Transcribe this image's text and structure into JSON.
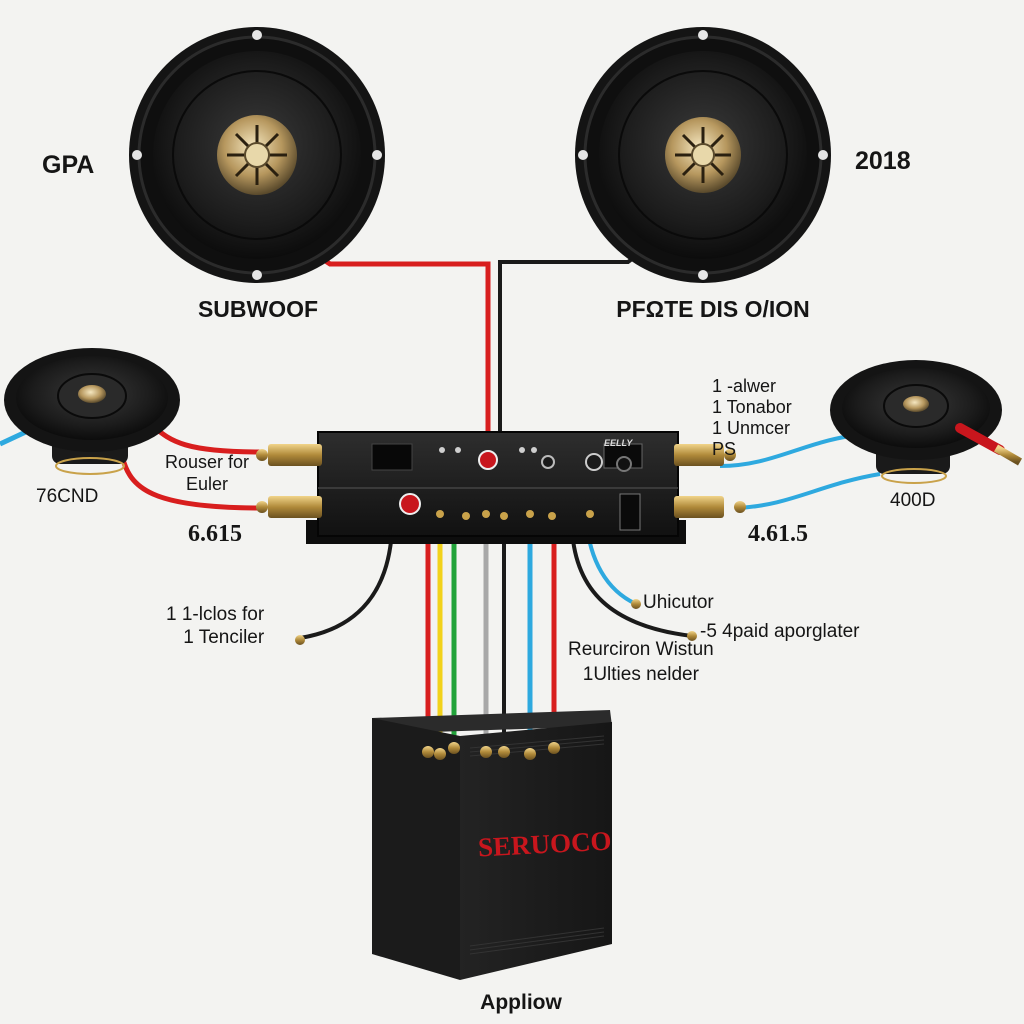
{
  "labels": {
    "top_left": "GPA",
    "top_right": "2018",
    "sub_left": "SUBWOOF",
    "sub_right": "PFΩTE DIS O/ION",
    "left_mid": "Rouser for\nEuler",
    "left_small_speaker": "76CND",
    "left_value": "6.615",
    "right_block": "1 -alwer\n1 Tonabor\n1 Unmcer\nPS",
    "right_small_speaker": "400D",
    "right_value": "4.61.5",
    "left_lower": "1 1-lclos for\n1 Tenciler",
    "right_wire_a": "Uhicutor",
    "right_wire_b": "-5 4paid aporglater",
    "center_lower": "Reurciron Wistun\n1Ulties nelder",
    "amp_panel": "EELLY",
    "box_brand": "SERUOCO",
    "bottom": "Appliow"
  },
  "colors": {
    "wire_red": "#d81e1e",
    "wire_black": "#1a1a1a",
    "wire_blue": "#2ea9df",
    "wire_yellow": "#f2d21b",
    "wire_green": "#22a33a",
    "wire_gray": "#a8a8a8",
    "brand_red": "#c8161d",
    "background": "#f3f3f1"
  }
}
